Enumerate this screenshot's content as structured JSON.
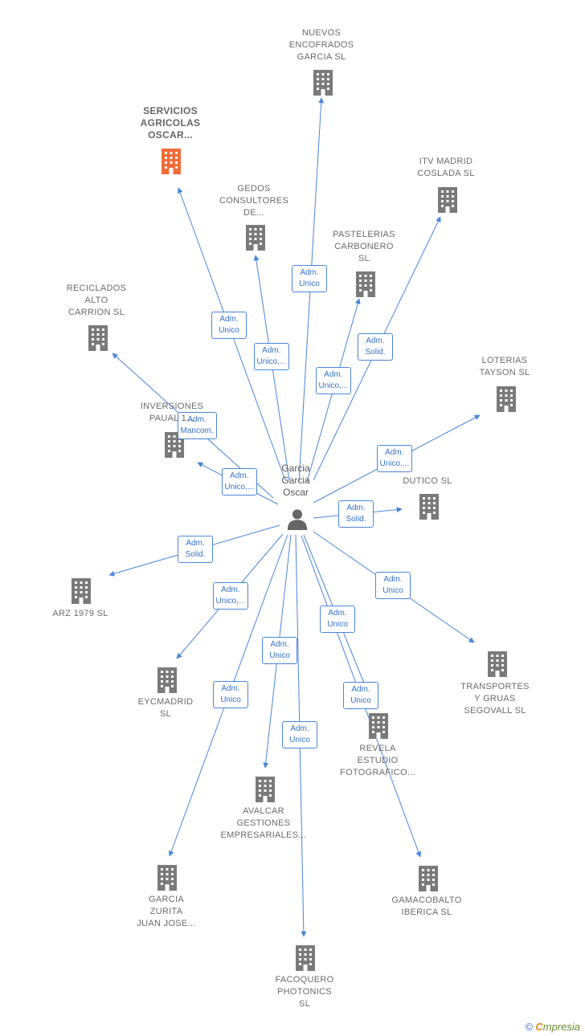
{
  "colors": {
    "edge": "#4a86d9",
    "building": "#7a7a7a",
    "highlight": "#f26b38",
    "person": "#666666"
  },
  "center": {
    "name_lines": [
      "Garcia",
      "Garcia",
      "Oscar"
    ],
    "icon": "person-icon"
  },
  "nodes": [
    {
      "id": "nuevos",
      "lines": [
        "NUEVOS",
        "ENCOFRADOS",
        "GARCIA SL"
      ],
      "edge": [
        "Adm.",
        "Unico"
      ]
    },
    {
      "id": "servicios",
      "lines": [
        "SERVICIOS",
        "AGRICOLAS",
        "OSCAR..."
      ],
      "highlight": true,
      "edge": [
        "Adm.",
        "Unico"
      ]
    },
    {
      "id": "gedos",
      "lines": [
        "GEDOS",
        "CONSULTORES",
        "DE..."
      ],
      "edge": [
        "Adm.",
        "Unico,..."
      ]
    },
    {
      "id": "itv",
      "lines": [
        "ITV MADRID",
        "COSLADA SL"
      ],
      "edge": [
        "Adm.",
        "Solid."
      ]
    },
    {
      "id": "pastelerias",
      "lines": [
        "PASTELERIAS",
        "CARBONERO",
        "SL"
      ],
      "edge": [
        "Adm.",
        "Unico,..."
      ]
    },
    {
      "id": "reciclados",
      "lines": [
        "RECICLADOS",
        "ALTO",
        "CARRION SL"
      ],
      "edge": [
        "Adm.",
        "Mancom."
      ]
    },
    {
      "id": "loterias",
      "lines": [
        "LOTERIAS",
        "TAYSON SL"
      ],
      "edge": [
        "Adm.",
        "Unico,..."
      ]
    },
    {
      "id": "inversiones",
      "lines": [
        "INVERSIONES",
        "PAUAL 1..."
      ],
      "edge": [
        "Adm.",
        "Unico,..."
      ]
    },
    {
      "id": "dutico",
      "lines": [
        "DUTICO SL"
      ],
      "edge": [
        "Adm.",
        "Solid."
      ]
    },
    {
      "id": "arz",
      "lines": [
        "ARZ 1979 SL"
      ],
      "edge": [
        "Adm.",
        "Solid."
      ]
    },
    {
      "id": "transportes",
      "lines": [
        "TRANSPORTES",
        "Y GRUAS",
        "SEGOVALL SL"
      ],
      "edge": [
        "Adm.",
        "Unico"
      ]
    },
    {
      "id": "eycmadrid",
      "lines": [
        "EYCMADRID",
        "SL"
      ],
      "edge": [
        "Adm.",
        "Unico,..."
      ]
    },
    {
      "id": "revela",
      "lines": [
        "REVELA",
        "ESTUDIO",
        "FOTOGRAFICO..."
      ],
      "edge": [
        "Adm.",
        "Unico"
      ]
    },
    {
      "id": "avalcar",
      "lines": [
        "AVALCAR",
        "GESTIONES",
        "EMPRESARIALES..."
      ],
      "edge": [
        "Adm.",
        "Unico"
      ]
    },
    {
      "id": "garcia_zurita",
      "lines": [
        "GARCIA",
        "ZURITA",
        "JUAN JOSE..."
      ],
      "edge": [
        "Adm.",
        "Unico"
      ]
    },
    {
      "id": "gamacobalto",
      "lines": [
        "GAMACOBALTO",
        "IBERICA SL"
      ],
      "edge": [
        "Adm.",
        "Unico"
      ]
    },
    {
      "id": "facoquero",
      "lines": [
        "FACOQUERO",
        "PHOTONICS",
        "SL"
      ],
      "edge": [
        "Adm.",
        "Unico"
      ]
    }
  ],
  "footer": {
    "copyright": "©",
    "brand_initial": "C",
    "brand_rest": "mpresia"
  }
}
